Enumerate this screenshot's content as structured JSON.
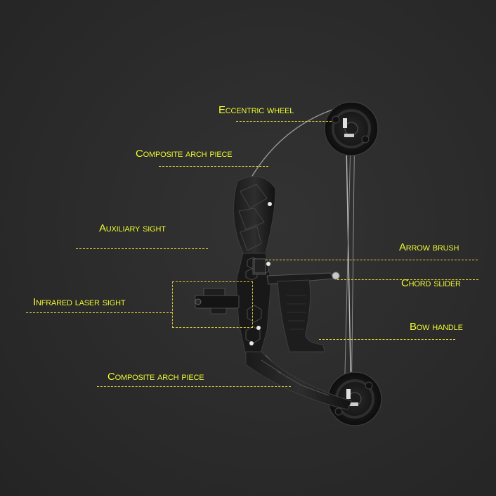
{
  "labels": {
    "eccentric_wheel": "Eccentric wheel",
    "composite_arch_piece_top": "Composite arch piece",
    "auxiliary_sight": "Auxiliary sight",
    "arrow_brush": "Arrow brush",
    "chord_slider": "Chord slider",
    "infrared_laser_sight": "Infrared laser sight",
    "bow_handle": "Bow handle",
    "composite_arch_piece_bottom": "Composite arch piece"
  },
  "colors": {
    "background": "#2b2b2b",
    "label": "#f4ff3a",
    "leader": "#e6d33a",
    "bow": "#151515"
  }
}
